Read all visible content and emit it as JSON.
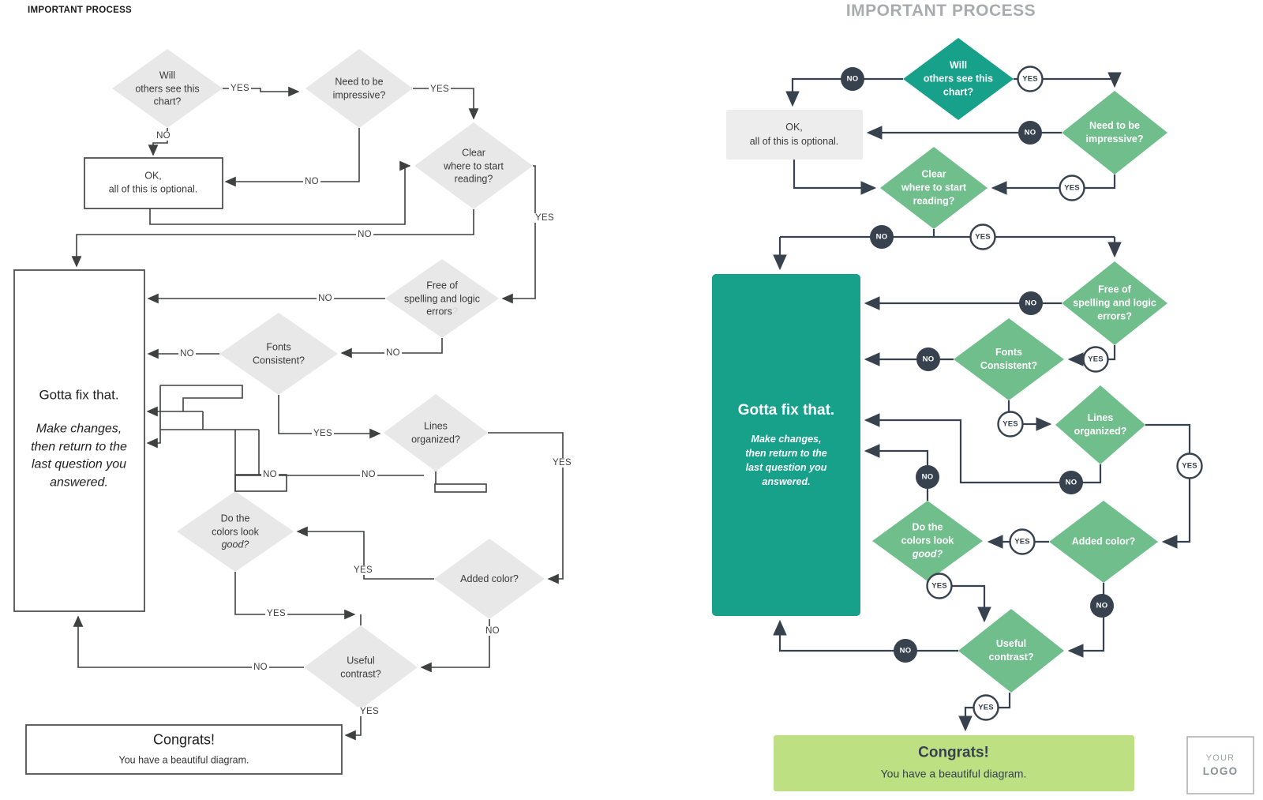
{
  "titles": {
    "left": "IMPORTANT PROCESS",
    "right": "IMPORTANT PROCESS"
  },
  "labels": {
    "yes": "YES",
    "no": "NO"
  },
  "nodes": {
    "will": "Will\nothers see this\nchart?",
    "need": "Need to be\nimpressive?",
    "ok": "OK,\nall of this is optional.",
    "clear": "Clear\nwhere to start\nreading?",
    "free": "Free of\nspelling and logic\nerrors",
    "free_q": "?",
    "fonts": "Fonts\nConsistent?",
    "fix_title": "Gotta fix that.",
    "fix_body": "Make changes,\nthen return to the\nlast question you\nanswered.",
    "lines": "Lines\norganized?",
    "colors_pre": "Do the\ncolors look\n",
    "colors_good": "good?",
    "added": "Added color?",
    "useful": "Useful\ncontrast?",
    "congrats_title": "Congrats!",
    "congrats_sub": "You have a beautiful diagram."
  },
  "logo": {
    "line1": "YOUR",
    "line2": "LOGO"
  },
  "colors": {
    "teal": "#17a08a",
    "green": "#70be8c",
    "slate_dark": "#37424e",
    "congrats_green": "#bde083",
    "left_gray_node": "#e8e8e8",
    "ok_gray": "#ededed",
    "left_line": "#3f4040",
    "title_gray": "#a9acae"
  }
}
